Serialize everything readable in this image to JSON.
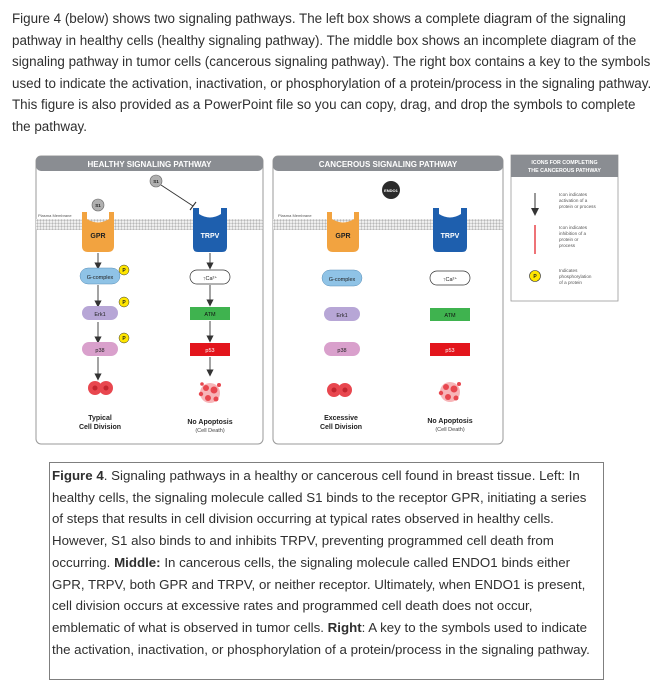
{
  "intro": "Figure 4 (below) shows two signaling pathways. The left box shows a complete diagram of the signaling pathway in healthy cells (healthy signaling pathway). The middle box shows an incomplete diagram of the signaling pathway in tumor cells (cancerous signaling pathway). The right box contains a key to the symbols used to indicate the activation, inactivation, or phosphorylation of a protein/process in the signaling pathway. This figure is also provided as a PowerPoint file so you can copy, drag, and drop the symbols to complete the pathway.",
  "figure": {
    "healthy": {
      "title": "HEALTHY SIGNALING PATHWAY",
      "s1": "S1",
      "membrane": "Plasma Membrane",
      "gpr": "GPR",
      "trpv": "TRPV",
      "gcomplex": "G-complex",
      "erk1": "Erk1",
      "p38": "p38",
      "ca": "↑Ca²⁺",
      "atm": "ATM",
      "p53": "p53",
      "p": "P",
      "out1_line1": "Typical",
      "out1_line2": "Cell Division",
      "out2_line1": "No Apoptosis",
      "out2_line2": "(Cell Death)"
    },
    "cancer": {
      "title": "CANCEROUS SIGNALING PATHWAY",
      "endo1": "ENDO1",
      "membrane": "Plasma Membrane",
      "gpr": "GPR",
      "trpv": "TRPV",
      "gcomplex": "G-complex",
      "erk1": "Erk1",
      "p38": "p38",
      "ca": "↑Ca²⁺",
      "atm": "ATM",
      "p53": "p53",
      "out1_line1": "Excessive",
      "out1_line2": "Cell Division",
      "out2_line1": "No Apoptosis",
      "out2_line2": "(Cell Death)"
    },
    "key": {
      "title_line1": "ICONS FOR COMPLETING",
      "title_line2": "THE CANCEROUS PATHWAY",
      "act_line1": "Icon indicates",
      "act_line2": "activation of a",
      "act_line3": "protein or process",
      "inh_line1": "Icon indicates",
      "inh_line2": "inhibition of a",
      "inh_line3": "protein or",
      "inh_line4": "process",
      "phos_line1": "Indicates",
      "phos_line2": "phosphorylation",
      "phos_line3": "of a protein",
      "p": "P"
    },
    "colors": {
      "header": "#8a8d92",
      "gpr": "#f2a340",
      "trpv": "#1e5fae",
      "gcomplex": "#8fc3e6",
      "erk1": "#b7a6d6",
      "p38": "#d9a0cc",
      "atm": "#3fb34f",
      "p53": "#e3151c",
      "cell": "#e8474f",
      "phospho": "#ffe600"
    }
  },
  "caption": {
    "label": "Figure 4",
    "text1": ". Signaling pathways in a healthy or cancerous cell found in breast tissue. Left: In healthy cells, the signaling molecule called S1 binds to the receptor GPR, initiating a series of steps that results in cell division occurring at typical rates observed in healthy cells. However, S1 also binds to and inhibits TRPV, preventing programmed cell death from occurring. ",
    "middle_label": "Middle:",
    "text2": " In cancerous cells, the signaling molecule called ENDO1 binds either GPR, TRPV, both GPR and TRPV, or neither receptor. Ultimately, when ENDO1 is present, cell division occurs at excessive rates and programmed cell death does not occur, emblematic of what is observed in tumor cells. ",
    "right_label": "Right",
    "text3": ": A key to the symbols used to indicate the activation, inactivation, or phosphorylation of a protein/process in the signaling pathway."
  }
}
